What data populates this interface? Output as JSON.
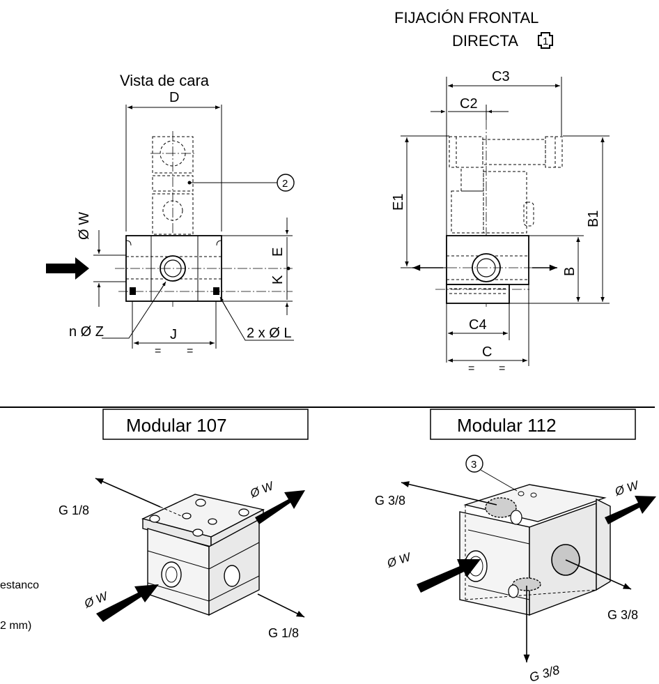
{
  "top_right": {
    "title_line1": "FIJACIÓN FRONTAL",
    "title_line2": "DIRECTA",
    "circled_ref": "1"
  },
  "front_view": {
    "title": "Vista de cara",
    "dim_D": "D",
    "dim_W": "Ø W",
    "dim_E": "E",
    "dim_K": "K",
    "dim_J": "J",
    "dim_nZ": "n Ø Z",
    "dim_2L": "2 x Ø L",
    "equal_left": "=",
    "equal_right": "=",
    "circled_ref": "2"
  },
  "side_view": {
    "dim_C3": "C3",
    "dim_C2": "C2",
    "dim_E1": "E1",
    "dim_B1": "B1",
    "dim_B": "B",
    "dim_C4": "C4",
    "dim_C": "C",
    "equal_left": "=",
    "equal_right": "="
  },
  "modular_107": {
    "label": "Modular 107",
    "port_top_left": "G 1/8",
    "port_bottom_right": "G 1/8",
    "flow_top": "Ø W",
    "flow_bottom": "Ø W"
  },
  "modular_112": {
    "label": "Modular 112",
    "circled_ref": "3",
    "port_top_left": "G 3/8",
    "port_right": "G 3/8",
    "port_bottom": "G 3/8",
    "flow_top": "Ø W",
    "flow_left": "Ø W"
  },
  "left_edge_text": {
    "line1": "estanco",
    "line2": "2 mm)"
  }
}
